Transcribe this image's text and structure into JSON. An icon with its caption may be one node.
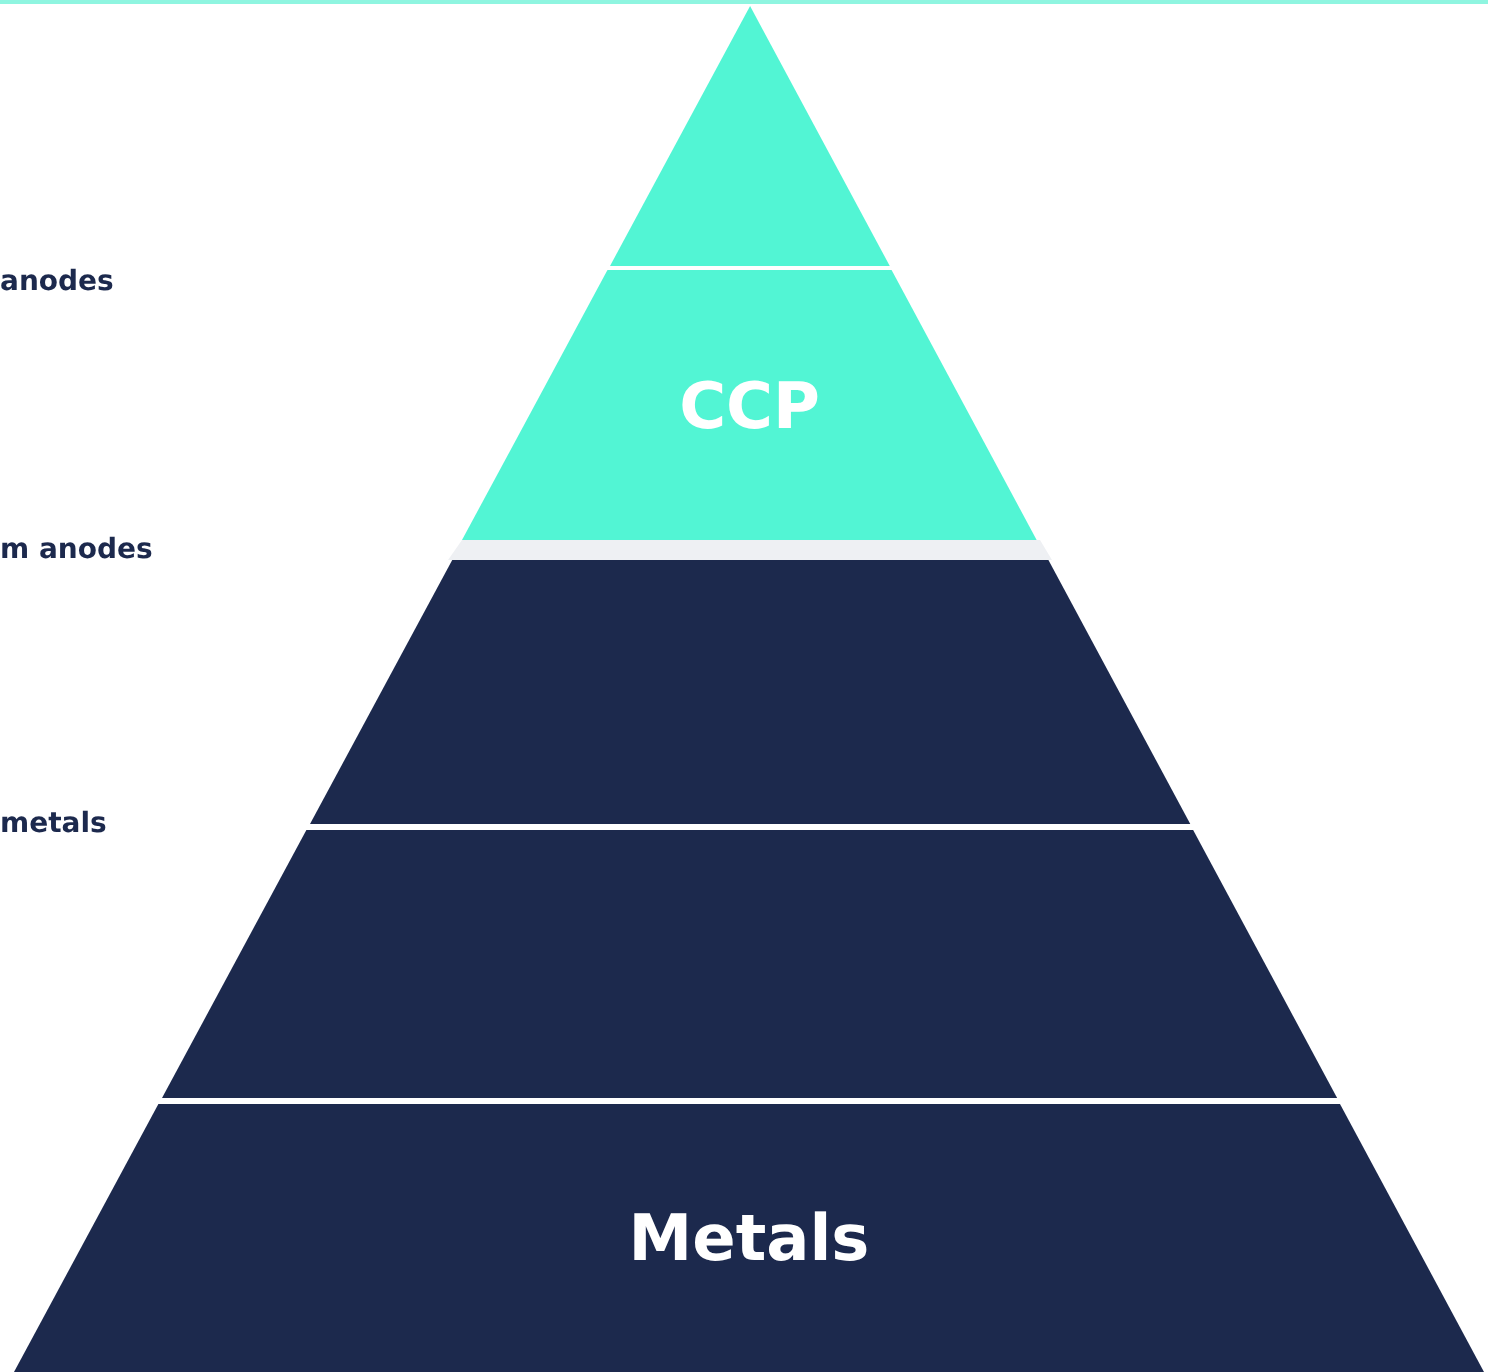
{
  "diagram": {
    "nodes": [
      {
        "text": [],
        "shape": "triangle"
      },
      {
        "text": [
          "CCP"
        ]
      },
      {
        "text": [],
        "shape": "trapezoid"
      },
      {
        "text": [],
        "shape": "trapezoid"
      },
      {
        "text": [
          "Metals"
        ]
      }
    ],
    "labels": [
      "anodes",
      "m anodes",
      "metals"
    ]
  }
}
